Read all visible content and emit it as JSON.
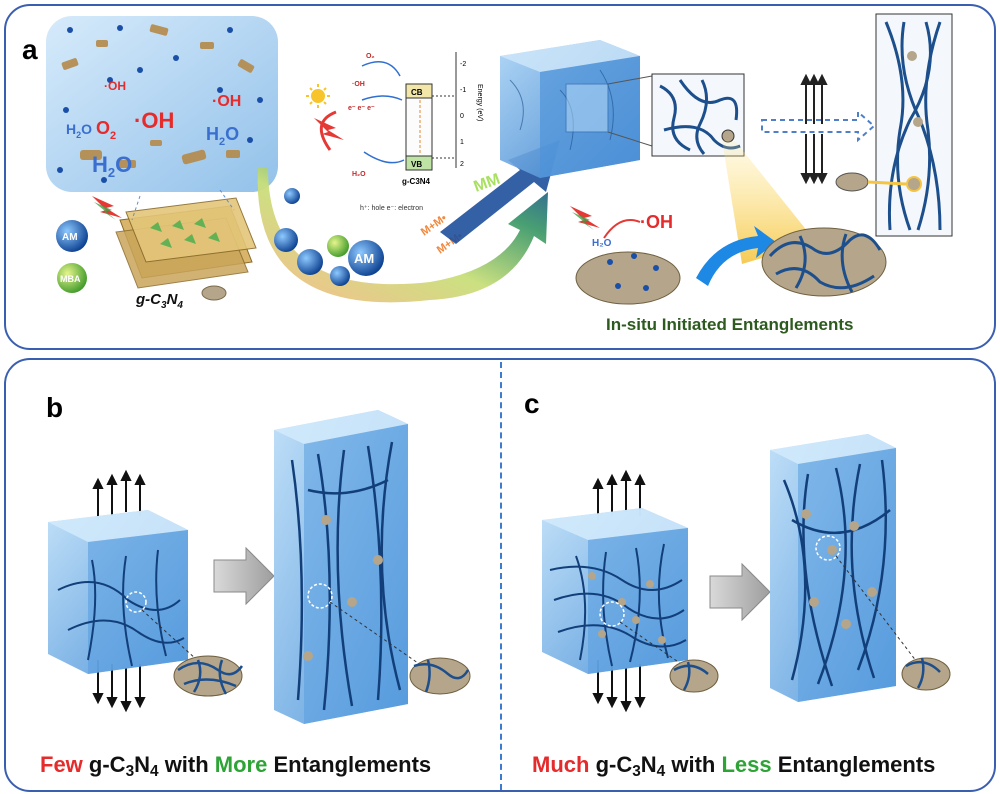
{
  "panel_a": {
    "letter": "a",
    "species": {
      "oh": "·OH",
      "h2o": "H",
      "h2o_sub": "2",
      "h2o_end": "O",
      "o2": "O",
      "o2_sub": "2",
      "o2_sup": "-",
      "oh_small": "·OH"
    },
    "monomers": {
      "am": "AM",
      "mba": "MBA"
    },
    "gc3n4_label": {
      "prefix": "g-C",
      "sub1": "3",
      "mid": "N",
      "sub2": "4"
    },
    "band": {
      "cb": "CB",
      "vb": "VB",
      "energy_label": "Energy (eV)",
      "ticks": [
        "-2",
        "-1",
        "0",
        "1",
        "2"
      ],
      "material": "g-C3N4",
      "legend": "h⁺: hole   e⁻: electron"
    },
    "arrow_labels": {
      "mm": "MM",
      "m1": "M+M•",
      "m2": "M+M•"
    },
    "caption": "In-situ Initiated Entanglements",
    "oh_radical": "·OH"
  },
  "panel_b": {
    "letter": "b",
    "caption": {
      "w1": "Few",
      "w2": " g-C",
      "sub1": "3",
      "w3": "N",
      "sub2": "4",
      "w4": " with ",
      "w5": "More",
      "w6": " Entanglements"
    }
  },
  "panel_c": {
    "letter": "c",
    "caption": {
      "w1": "Much",
      "w2": " g-C",
      "sub1": "3",
      "w3": "N",
      "sub2": "4",
      "w4": " with ",
      "w5": "Less",
      "w6": " Entanglements"
    }
  },
  "colors": {
    "border": "#3b5fb0",
    "hydrogel": "#8fc3ec",
    "chain": "#1d4f8c",
    "particle": "#b5a58a",
    "red": "#e52b2b",
    "green": "#2ea336",
    "caption_green": "#2d5a1e"
  }
}
